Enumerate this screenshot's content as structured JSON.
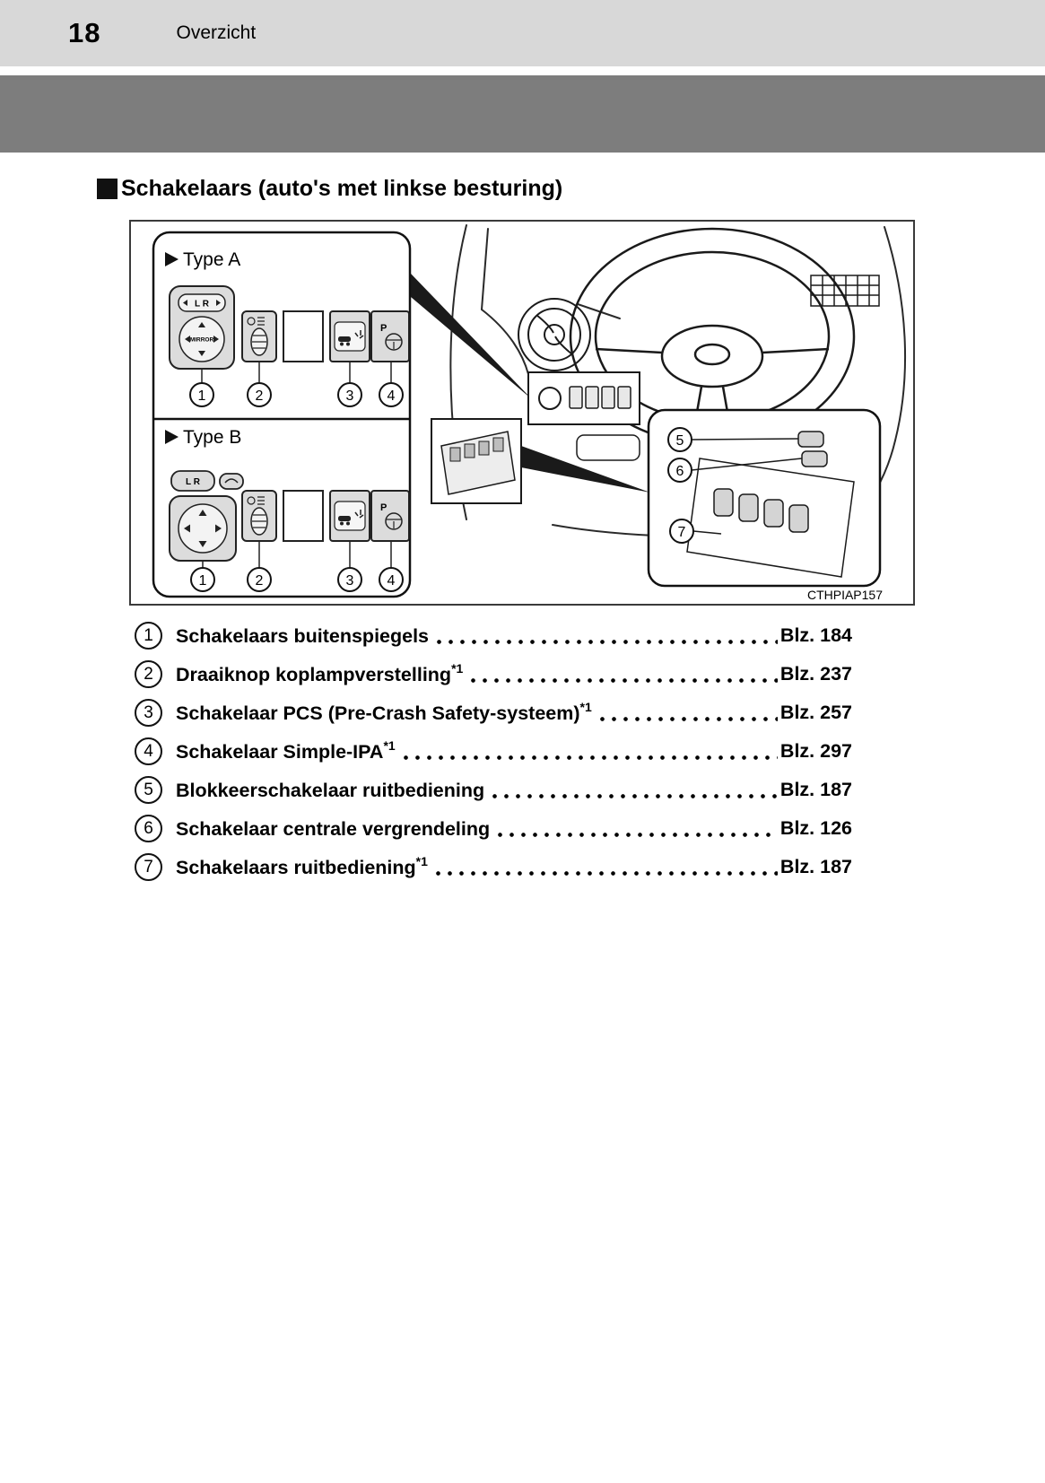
{
  "header": {
    "page_number": "18",
    "section": "Overzicht"
  },
  "title": "Schakelaars (auto's met linkse besturing)",
  "figure": {
    "type_a": "Type A",
    "type_b": "Type B",
    "lr": "L R",
    "mirror": "MIRROR",
    "p": "P",
    "code": "CTHPIAP157",
    "nums": [
      "1",
      "2",
      "3",
      "4",
      "5",
      "6",
      "7"
    ]
  },
  "list": {
    "items": [
      {
        "num": "1",
        "label": "Schakelaars buitenspiegels",
        "sup": "",
        "page": "Blz. 184"
      },
      {
        "num": "2",
        "label": "Draaiknop koplampverstelling",
        "sup": "*1",
        "page": "Blz. 237"
      },
      {
        "num": "3",
        "label": "Schakelaar PCS (Pre-Crash Safety-systeem)",
        "sup": "*1",
        "page": "Blz. 257"
      },
      {
        "num": "4",
        "label": "Schakelaar Simple-IPA",
        "sup": "*1",
        "page": "Blz. 297"
      },
      {
        "num": "5",
        "label": "Blokkeerschakelaar ruitbediening",
        "sup": "",
        "page": "Blz. 187"
      },
      {
        "num": "6",
        "label": "Schakelaar centrale vergrendeling",
        "sup": "",
        "page": "Blz. 126"
      },
      {
        "num": "7",
        "label": "Schakelaars ruitbediening",
        "sup": "*1",
        "page": "Blz. 187"
      }
    ]
  }
}
